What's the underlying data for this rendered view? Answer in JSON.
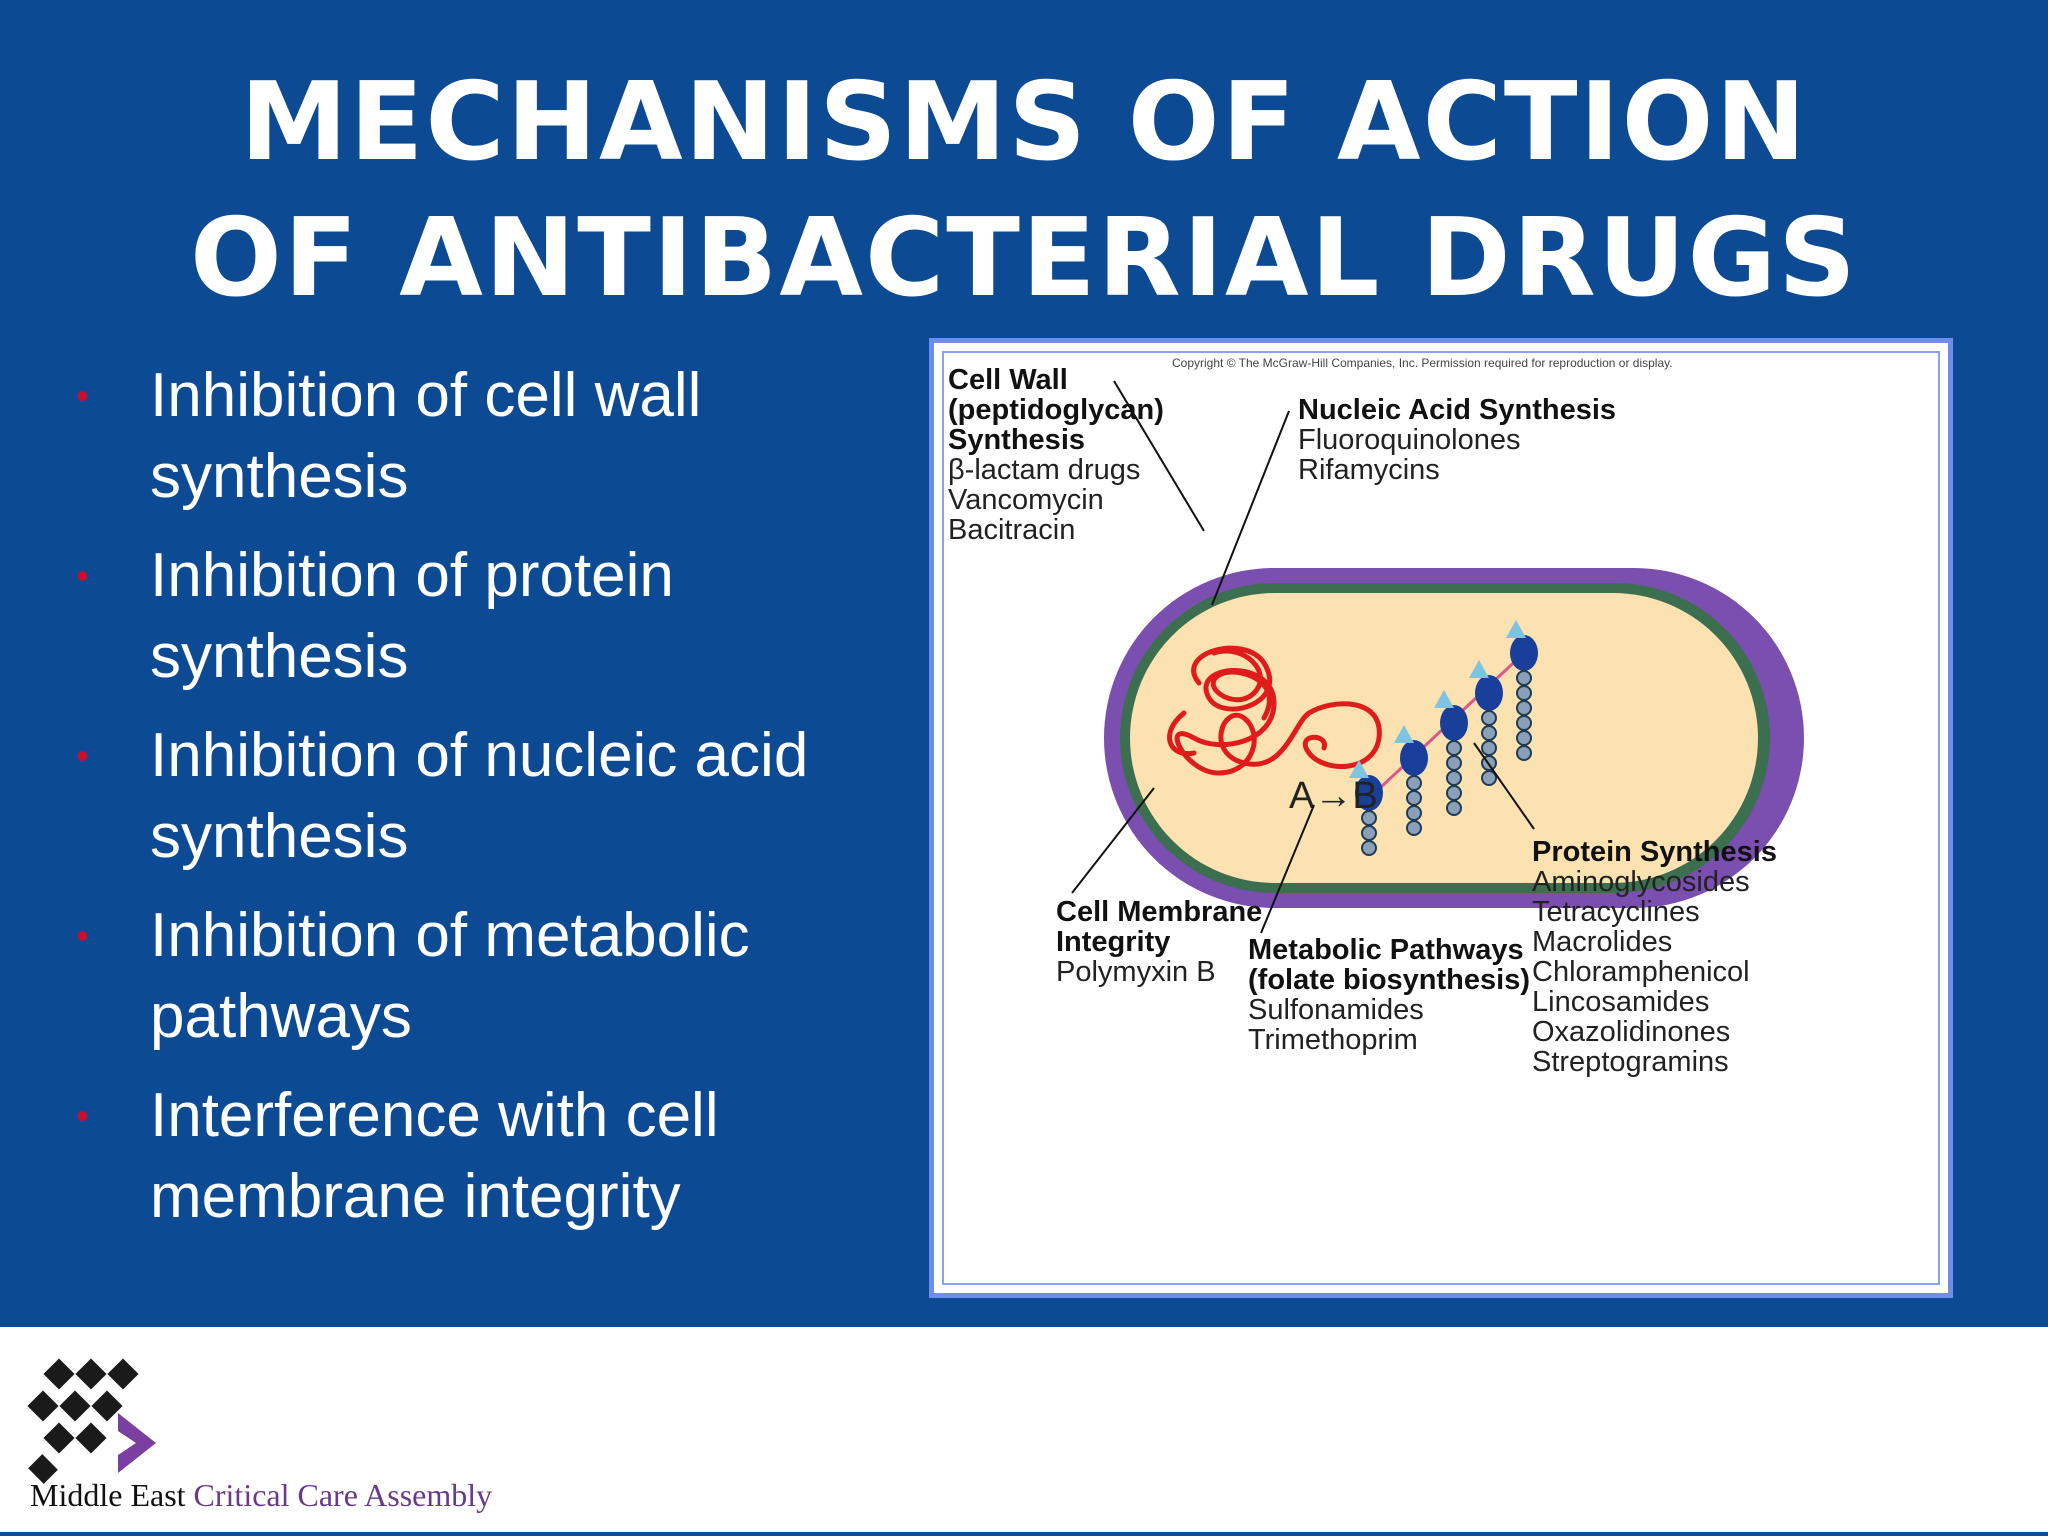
{
  "title": {
    "line1": "MECHANISMS OF ACTION",
    "line2": "OF ANTIBACTERIAL DRUGS"
  },
  "bullets": [
    "Inhibition of cell wall synthesis",
    "Inhibition of protein synthesis",
    "Inhibition of nucleic acid synthesis",
    "Inhibition of metabolic pathways",
    "Interference with cell membrane integrity"
  ],
  "figure": {
    "copyright": "Copyright © The McGraw-Hill Companies, Inc. Permission required for reproduction or display.",
    "cell_wall": {
      "heading": [
        "Cell Wall",
        "(peptidoglycan)",
        "Synthesis"
      ],
      "drugs": [
        "β-lactam drugs",
        "Vancomycin",
        "Bacitracin"
      ]
    },
    "nucleic_acid": {
      "heading": [
        "Nucleic Acid Synthesis"
      ],
      "drugs": [
        "Fluoroquinolones",
        "Rifamycins"
      ]
    },
    "reaction": "A→B",
    "membrane": {
      "heading": [
        "Cell Membrane",
        "Integrity"
      ],
      "drugs": [
        "Polymyxin B"
      ]
    },
    "metabolic": {
      "heading": [
        "Metabolic Pathways",
        "(folate biosynthesis)"
      ],
      "drugs": [
        "Sulfonamides",
        "Trimethoprim"
      ]
    },
    "protein": {
      "heading": [
        "Protein Synthesis"
      ],
      "drugs": [
        "Aminoglycosides",
        "Tetracyclines",
        "Macrolides",
        "Chloramphenicol",
        "Lincosamides",
        "Oxazolidinones",
        "Streptogramins"
      ]
    },
    "colors": {
      "cell_wall": "#7b4fb0",
      "membrane": "#3c6e50",
      "cytoplasm": "#fbe2b0",
      "dna": "#e01b1b",
      "ribosome": "#1a3f9a",
      "protein_chain": "#8aa0b8"
    }
  },
  "footer": {
    "org_part1": "Middle East",
    "org_part2": "Critical Care Assembly"
  }
}
